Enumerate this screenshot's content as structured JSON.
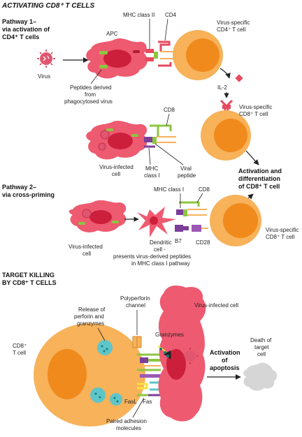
{
  "sections": {
    "activating_title": "ACTIVATING CD8⁺ T CELLS",
    "pathway1_title": [
      "Pathway  1–",
      "via activation of",
      "CD4⁺ T cells"
    ],
    "pathway2_title": [
      "Pathway  2–",
      "via cross-priming"
    ],
    "killing_title": [
      "TARGET KILLING",
      "BY CD8⁺ T CELLS"
    ]
  },
  "labels": {
    "virus": "Virus",
    "apc": "APC",
    "peptides": [
      "Peptides derived",
      "from",
      "phagocytosed virus"
    ],
    "mhc2": "MHC class II",
    "cd4": "CD4",
    "cd4_cell": [
      "Virus-specific",
      "CD4⁺ T cell"
    ],
    "il2": "IL-2",
    "cd8_a": "CD8",
    "cd8_cell_a": [
      "Virus-specific",
      "CD8⁺ T cell"
    ],
    "infected_a": [
      "Virus-infected",
      "cell"
    ],
    "mhc1_a": [
      "MHC",
      "class I"
    ],
    "viral_peptide": [
      "Viral",
      "peptide"
    ],
    "activation": [
      "Activation and",
      "differentiation",
      "of CD8⁺ T cell"
    ],
    "mhc1_b": "MHC class  I",
    "cd8_b": "CD8",
    "infected_b": [
      "Virus-infected",
      "cell"
    ],
    "dendritic": [
      "Dendritic",
      "cell -",
      "presents virus-derived peptides",
      "in MHC class I pathway"
    ],
    "b7": "B7",
    "cd28": "CD28",
    "cd8_cell_b": [
      "Virus-specific",
      "CD8⁺ T cell"
    ],
    "release": [
      "Release of",
      "perforin and",
      "granzymes"
    ],
    "polyperforin": [
      "Polyperforin",
      "channel"
    ],
    "infected_c": "Virus-infected cell",
    "cd8_cell_c": [
      "CD8⁺",
      "T cell"
    ],
    "granzymes": "Granzymes",
    "apoptosis": [
      "Activation",
      "of",
      "apoptosis"
    ],
    "death": [
      "Death of",
      "target",
      "cell"
    ],
    "fasl": "FasL",
    "fas": "Fas",
    "adhesion": [
      "Paired adhesion",
      "molecules"
    ]
  },
  "colors": {
    "infected_cell": "#ee5a70",
    "nucleus": "#cc1f3c",
    "tcell": "#f7b25a",
    "tcell_nucleus": "#f08a1c",
    "mhc2": "#e84a5f",
    "cd8": "#8cc63f",
    "mhc1_purple": "#7b3f99",
    "granule": "#5ec5c9",
    "dead_cell": "#d6d6d6"
  }
}
